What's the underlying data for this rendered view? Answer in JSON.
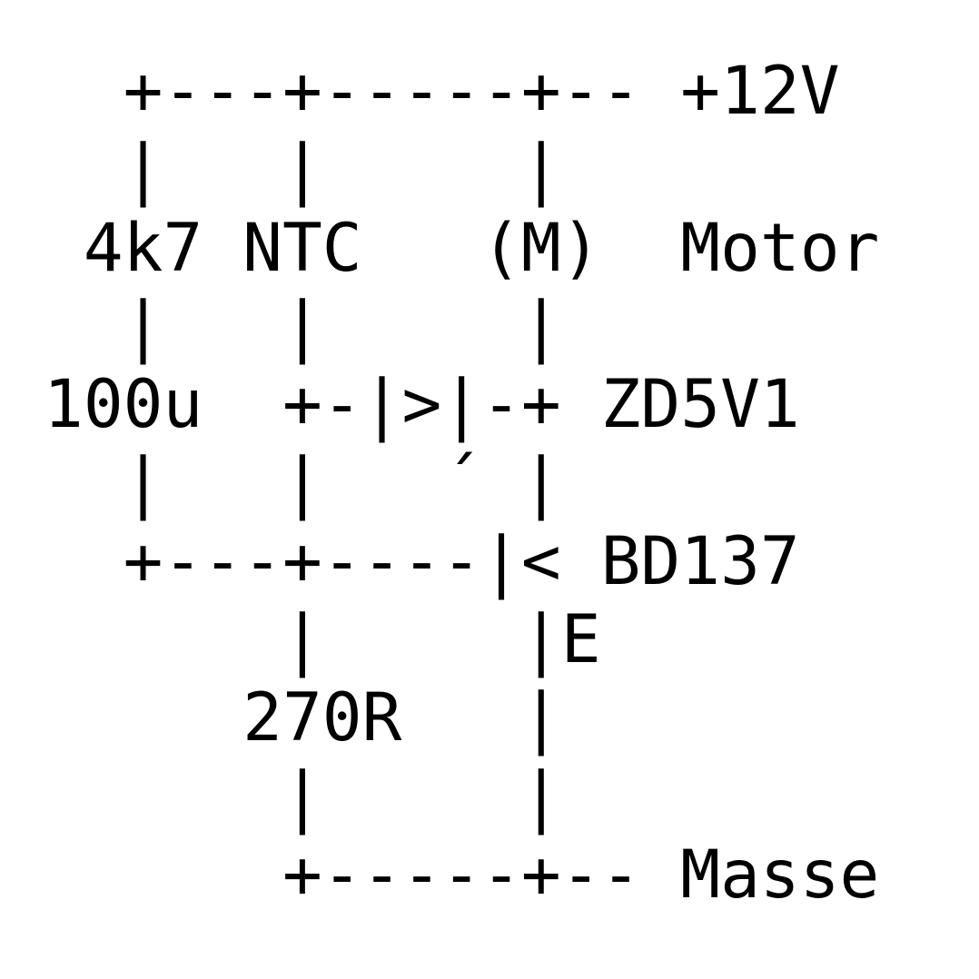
{
  "diagram": {
    "lines": [
      "  +---+-----+-- +12V",
      "  |   |     |",
      " 4k7 NTC   (M)  Motor",
      "  |   |     |",
      "100u  +-|>|-+ ZD5V1",
      "  |   |   ´ |",
      "  +---+----|< BD137",
      "      |     |E",
      "     270R   |",
      "      |     |",
      "      +-----+-- Masse"
    ],
    "text_color": "#000000",
    "background_color": "#ffffff"
  }
}
